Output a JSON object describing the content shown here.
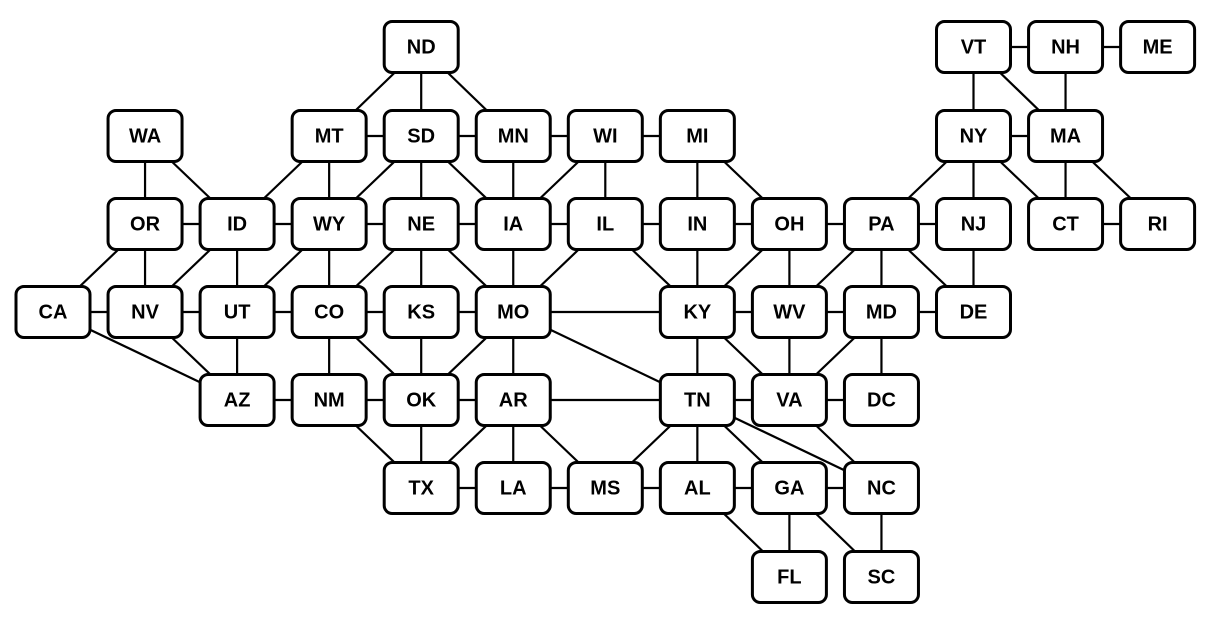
{
  "diagram": {
    "nodes": [
      {
        "id": "ND",
        "label": "ND"
      },
      {
        "id": "VT",
        "label": "VT"
      },
      {
        "id": "NH",
        "label": "NH"
      },
      {
        "id": "ME",
        "label": "ME"
      },
      {
        "id": "WA",
        "label": "WA"
      },
      {
        "id": "MT",
        "label": "MT"
      },
      {
        "id": "SD",
        "label": "SD"
      },
      {
        "id": "MN",
        "label": "MN"
      },
      {
        "id": "WI",
        "label": "WI"
      },
      {
        "id": "MI",
        "label": "MI"
      },
      {
        "id": "NY",
        "label": "NY"
      },
      {
        "id": "MA",
        "label": "MA"
      },
      {
        "id": "OR",
        "label": "OR"
      },
      {
        "id": "ID",
        "label": "ID"
      },
      {
        "id": "WY",
        "label": "WY"
      },
      {
        "id": "NE",
        "label": "NE"
      },
      {
        "id": "IA",
        "label": "IA"
      },
      {
        "id": "IL",
        "label": "IL"
      },
      {
        "id": "IN",
        "label": "IN"
      },
      {
        "id": "OH",
        "label": "OH"
      },
      {
        "id": "PA",
        "label": "PA"
      },
      {
        "id": "NJ",
        "label": "NJ"
      },
      {
        "id": "CT",
        "label": "CT"
      },
      {
        "id": "RI",
        "label": "RI"
      },
      {
        "id": "CA",
        "label": "CA"
      },
      {
        "id": "NV",
        "label": "NV"
      },
      {
        "id": "UT",
        "label": "UT"
      },
      {
        "id": "CO",
        "label": "CO"
      },
      {
        "id": "KS",
        "label": "KS"
      },
      {
        "id": "MO",
        "label": "MO"
      },
      {
        "id": "KY",
        "label": "KY"
      },
      {
        "id": "WV",
        "label": "WV"
      },
      {
        "id": "MD",
        "label": "MD"
      },
      {
        "id": "DE",
        "label": "DE"
      },
      {
        "id": "AZ",
        "label": "AZ"
      },
      {
        "id": "NM",
        "label": "NM"
      },
      {
        "id": "OK",
        "label": "OK"
      },
      {
        "id": "AR",
        "label": "AR"
      },
      {
        "id": "TN",
        "label": "TN"
      },
      {
        "id": "VA",
        "label": "VA"
      },
      {
        "id": "DC",
        "label": "DC"
      },
      {
        "id": "TX",
        "label": "TX"
      },
      {
        "id": "LA",
        "label": "LA"
      },
      {
        "id": "MS",
        "label": "MS"
      },
      {
        "id": "AL",
        "label": "AL"
      },
      {
        "id": "GA",
        "label": "GA"
      },
      {
        "id": "NC",
        "label": "NC"
      },
      {
        "id": "FL",
        "label": "FL"
      },
      {
        "id": "SC",
        "label": "SC"
      }
    ],
    "edges": [
      [
        "ND",
        "MT"
      ],
      [
        "ND",
        "SD"
      ],
      [
        "ND",
        "MN"
      ],
      [
        "VT",
        "NH"
      ],
      [
        "NH",
        "ME"
      ],
      [
        "VT",
        "NY"
      ],
      [
        "VT",
        "MA"
      ],
      [
        "NH",
        "MA"
      ],
      [
        "MT",
        "SD"
      ],
      [
        "SD",
        "MN"
      ],
      [
        "MN",
        "WI"
      ],
      [
        "WI",
        "MI"
      ],
      [
        "NY",
        "MA"
      ],
      [
        "WA",
        "OR"
      ],
      [
        "WA",
        "ID"
      ],
      [
        "MT",
        "ID"
      ],
      [
        "MT",
        "WY"
      ],
      [
        "SD",
        "WY"
      ],
      [
        "SD",
        "NE"
      ],
      [
        "SD",
        "IA"
      ],
      [
        "MN",
        "IA"
      ],
      [
        "WI",
        "IA"
      ],
      [
        "WI",
        "IL"
      ],
      [
        "MI",
        "IN"
      ],
      [
        "MI",
        "OH"
      ],
      [
        "NY",
        "PA"
      ],
      [
        "NY",
        "NJ"
      ],
      [
        "NY",
        "CT"
      ],
      [
        "MA",
        "CT"
      ],
      [
        "MA",
        "RI"
      ],
      [
        "OR",
        "ID"
      ],
      [
        "ID",
        "WY"
      ],
      [
        "WY",
        "NE"
      ],
      [
        "NE",
        "IA"
      ],
      [
        "IA",
        "IL"
      ],
      [
        "IL",
        "IN"
      ],
      [
        "IN",
        "OH"
      ],
      [
        "OH",
        "PA"
      ],
      [
        "PA",
        "NJ"
      ],
      [
        "CT",
        "RI"
      ],
      [
        "OR",
        "CA"
      ],
      [
        "OR",
        "NV"
      ],
      [
        "ID",
        "NV"
      ],
      [
        "ID",
        "UT"
      ],
      [
        "WY",
        "UT"
      ],
      [
        "WY",
        "CO"
      ],
      [
        "NE",
        "CO"
      ],
      [
        "NE",
        "KS"
      ],
      [
        "NE",
        "MO"
      ],
      [
        "IA",
        "MO"
      ],
      [
        "IL",
        "MO"
      ],
      [
        "IL",
        "KY"
      ],
      [
        "IN",
        "KY"
      ],
      [
        "OH",
        "KY"
      ],
      [
        "OH",
        "WV"
      ],
      [
        "PA",
        "WV"
      ],
      [
        "PA",
        "MD"
      ],
      [
        "PA",
        "DE"
      ],
      [
        "NJ",
        "DE"
      ],
      [
        "CA",
        "NV"
      ],
      [
        "NV",
        "UT"
      ],
      [
        "UT",
        "CO"
      ],
      [
        "CO",
        "KS"
      ],
      [
        "KS",
        "MO"
      ],
      [
        "MO",
        "KY"
      ],
      [
        "KY",
        "WV"
      ],
      [
        "WV",
        "MD"
      ],
      [
        "MD",
        "DE"
      ],
      [
        "CA",
        "AZ"
      ],
      [
        "NV",
        "AZ"
      ],
      [
        "UT",
        "AZ"
      ],
      [
        "CO",
        "NM"
      ],
      [
        "CO",
        "OK"
      ],
      [
        "KS",
        "OK"
      ],
      [
        "MO",
        "OK"
      ],
      [
        "MO",
        "AR"
      ],
      [
        "MO",
        "TN"
      ],
      [
        "KY",
        "TN"
      ],
      [
        "KY",
        "VA"
      ],
      [
        "WV",
        "VA"
      ],
      [
        "MD",
        "VA"
      ],
      [
        "MD",
        "DC"
      ],
      [
        "AZ",
        "NM"
      ],
      [
        "NM",
        "OK"
      ],
      [
        "OK",
        "AR"
      ],
      [
        "AR",
        "TN"
      ],
      [
        "TN",
        "VA"
      ],
      [
        "VA",
        "DC"
      ],
      [
        "NM",
        "TX"
      ],
      [
        "OK",
        "TX"
      ],
      [
        "AR",
        "TX"
      ],
      [
        "AR",
        "LA"
      ],
      [
        "AR",
        "MS"
      ],
      [
        "TN",
        "MS"
      ],
      [
        "TN",
        "AL"
      ],
      [
        "TN",
        "GA"
      ],
      [
        "TN",
        "NC"
      ],
      [
        "VA",
        "NC"
      ],
      [
        "TX",
        "LA"
      ],
      [
        "LA",
        "MS"
      ],
      [
        "MS",
        "AL"
      ],
      [
        "AL",
        "GA"
      ],
      [
        "GA",
        "NC"
      ],
      [
        "AL",
        "FL"
      ],
      [
        "GA",
        "FL"
      ],
      [
        "GA",
        "SC"
      ],
      [
        "NC",
        "SC"
      ]
    ]
  }
}
